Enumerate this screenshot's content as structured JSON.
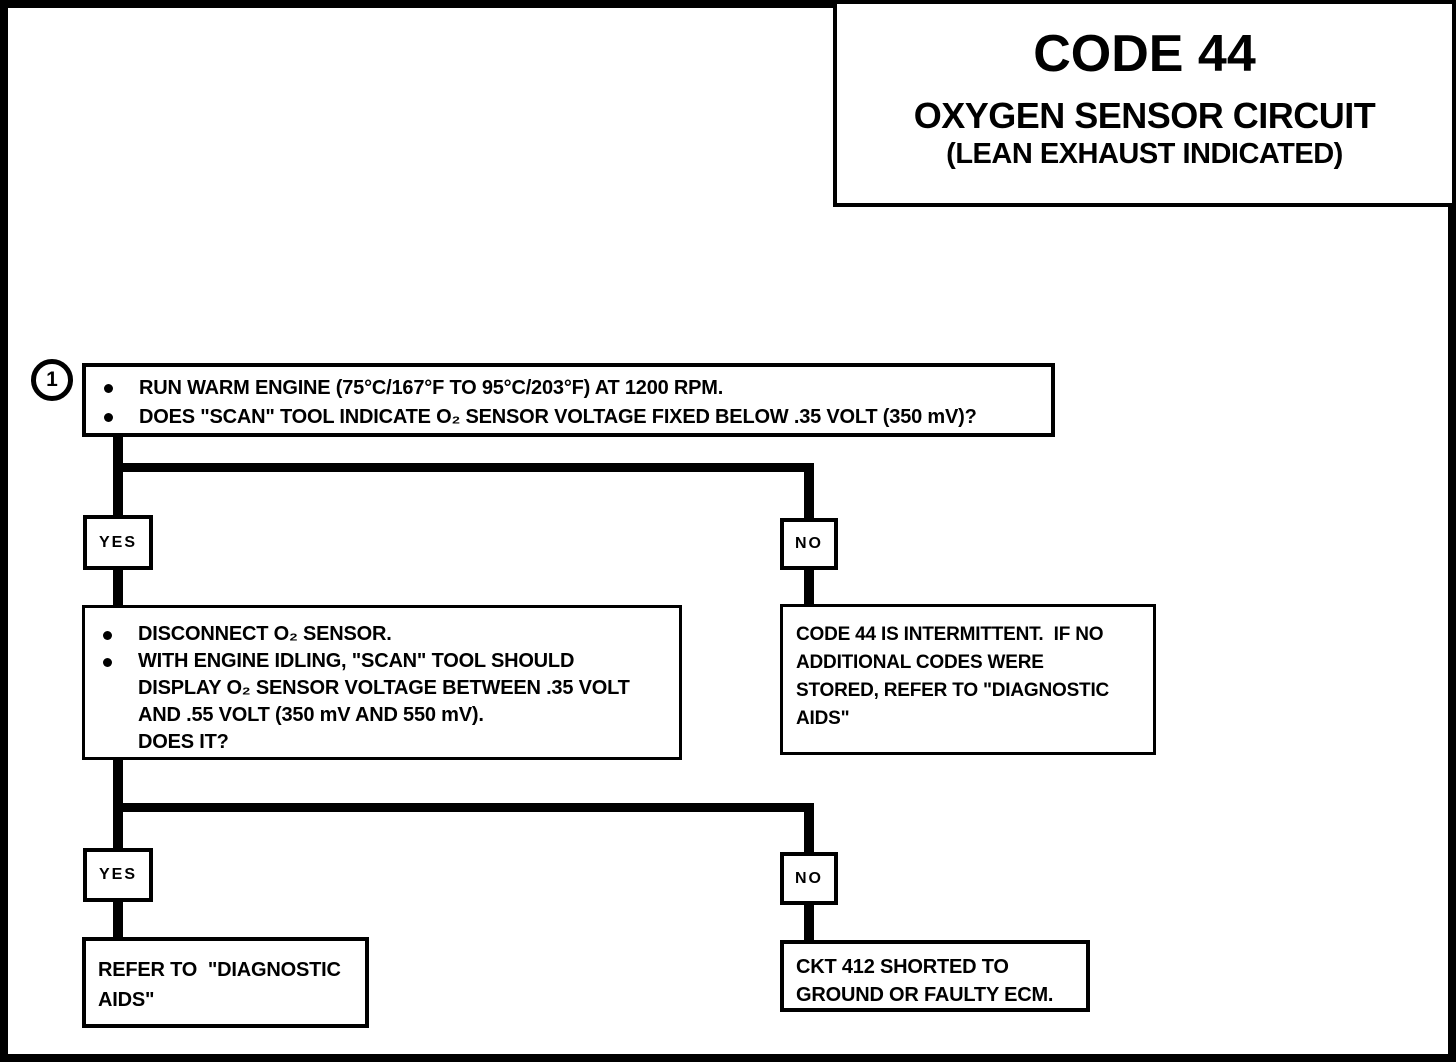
{
  "title": {
    "code": "CODE 44",
    "subtitle": "OXYGEN SENSOR CIRCUIT",
    "subtitle_detail": "(LEAN EXHAUST INDICATED)"
  },
  "flow": {
    "step1": {
      "marker": "1",
      "bullets": [
        "RUN WARM ENGINE (75°C/167°F TO 95°C/203°F) AT 1200 RPM.",
        "DOES \"SCAN\" TOOL INDICATE O₂ SENSOR VOLTAGE FIXED BELOW .35 VOLT (350 mV)?"
      ]
    },
    "branch1": {
      "yes_label": "YES",
      "no_label": "NO"
    },
    "step2": {
      "bullets": [
        "DISCONNECT O₂ SENSOR.",
        "WITH ENGINE IDLING, \"SCAN\" TOOL SHOULD\nDISPLAY O₂ SENSOR VOLTAGE BETWEEN .35 VOLT\nAND .55 VOLT (350 mV AND 550 mV).\nDOES IT?"
      ]
    },
    "intermittent_note": "CODE 44 IS INTERMITTENT.  IF NO\nADDITIONAL CODES WERE\nSTORED, REFER TO \"DIAGNOSTIC\nAIDS\"",
    "branch2": {
      "yes_label": "YES",
      "no_label": "NO"
    },
    "refer_note": "REFER TO  \"DIAGNOSTIC\nAIDS\"",
    "ckt_note": "CKT 412 SHORTED TO\nGROUND OR FAULTY ECM."
  }
}
